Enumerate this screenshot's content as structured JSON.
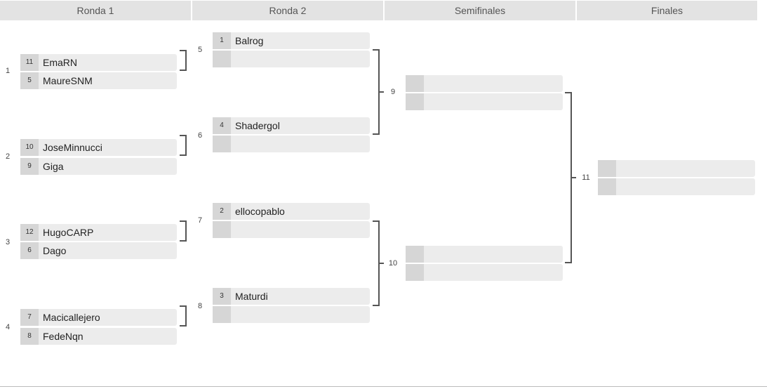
{
  "rounds": [
    "Ronda 1",
    "Ronda 2",
    "Semifinales",
    "Finales"
  ],
  "matches": {
    "m1": {
      "num": "1",
      "top": {
        "seed": "11",
        "name": "EmaRN"
      },
      "bottom": {
        "seed": "5",
        "name": "MaureSNM"
      }
    },
    "m2": {
      "num": "2",
      "top": {
        "seed": "10",
        "name": "JoseMinnucci"
      },
      "bottom": {
        "seed": "9",
        "name": "Giga"
      }
    },
    "m3": {
      "num": "3",
      "top": {
        "seed": "12",
        "name": "HugoCARP"
      },
      "bottom": {
        "seed": "6",
        "name": "Dago"
      }
    },
    "m4": {
      "num": "4",
      "top": {
        "seed": "7",
        "name": "Macicallejero"
      },
      "bottom": {
        "seed": "8",
        "name": "FedeNqn"
      }
    },
    "m5": {
      "num": "5",
      "top": {
        "seed": "1",
        "name": "Balrog"
      },
      "bottom": {
        "seed": "",
        "name": ""
      }
    },
    "m6": {
      "num": "6",
      "top": {
        "seed": "4",
        "name": "Shadergol"
      },
      "bottom": {
        "seed": "",
        "name": ""
      }
    },
    "m7": {
      "num": "7",
      "top": {
        "seed": "2",
        "name": "ellocopablo"
      },
      "bottom": {
        "seed": "",
        "name": ""
      }
    },
    "m8": {
      "num": "8",
      "top": {
        "seed": "3",
        "name": "Maturdi"
      },
      "bottom": {
        "seed": "",
        "name": ""
      }
    },
    "m9": {
      "num": "9",
      "top": {
        "seed": "",
        "name": ""
      },
      "bottom": {
        "seed": "",
        "name": ""
      }
    },
    "m10": {
      "num": "10",
      "top": {
        "seed": "",
        "name": ""
      },
      "bottom": {
        "seed": "",
        "name": ""
      }
    },
    "m11": {
      "num": "11",
      "top": {
        "seed": "",
        "name": ""
      },
      "bottom": {
        "seed": "",
        "name": ""
      }
    }
  }
}
